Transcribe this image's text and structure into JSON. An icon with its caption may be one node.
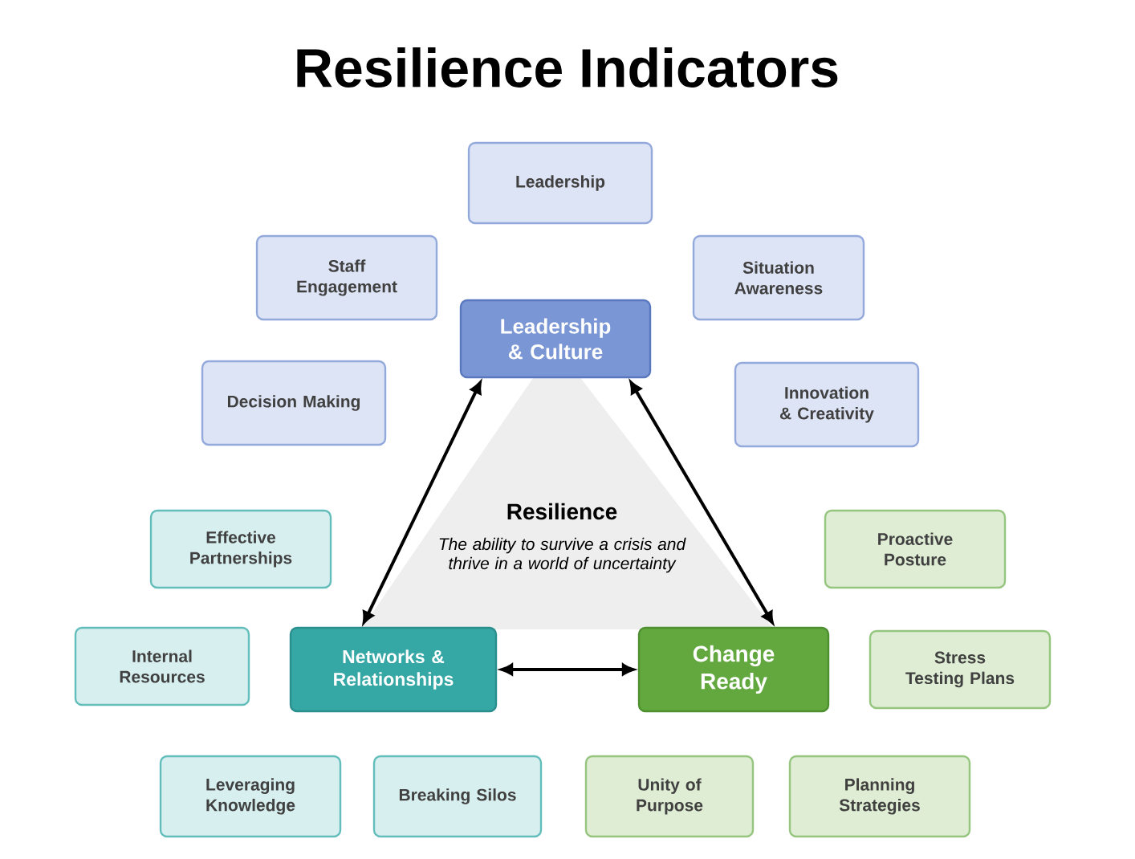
{
  "diagram": {
    "title": "Resilience Indicators",
    "nodes": [
      {
        "text": [
          "Resilience",
          "The ability to survive a crisis and thrive in a world of uncertainty"
        ]
      },
      {
        "text": [
          "Leadership & Culture"
        ]
      },
      {
        "text": [
          "Networks & Relationships"
        ]
      },
      {
        "text": [
          "Change Ready"
        ]
      },
      {
        "text": [
          "Leadership"
        ]
      },
      {
        "text": [
          "Staff Engagement"
        ]
      },
      {
        "text": [
          "Situation Awareness"
        ]
      },
      {
        "text": [
          "Decision Making"
        ]
      },
      {
        "text": [
          "Innovation & Creativity"
        ]
      },
      {
        "text": [
          "Effective Partnerships"
        ]
      },
      {
        "text": [
          "Proactive Posture"
        ]
      },
      {
        "text": [
          "Internal Resources"
        ]
      },
      {
        "text": [
          "Stress Testing Plans"
        ]
      },
      {
        "text": [
          "Leveraging Knowledge"
        ]
      },
      {
        "text": [
          "Breaking Silos"
        ]
      },
      {
        "text": [
          "Unity of Purpose"
        ]
      },
      {
        "text": [
          "Planning Strategies"
        ]
      }
    ],
    "edges": [
      {
        "from": 1,
        "to": 2,
        "arrow": "both"
      },
      {
        "from": 1,
        "to": 3,
        "arrow": "both"
      },
      {
        "from": 2,
        "to": 3,
        "arrow": "both"
      }
    ]
  }
}
